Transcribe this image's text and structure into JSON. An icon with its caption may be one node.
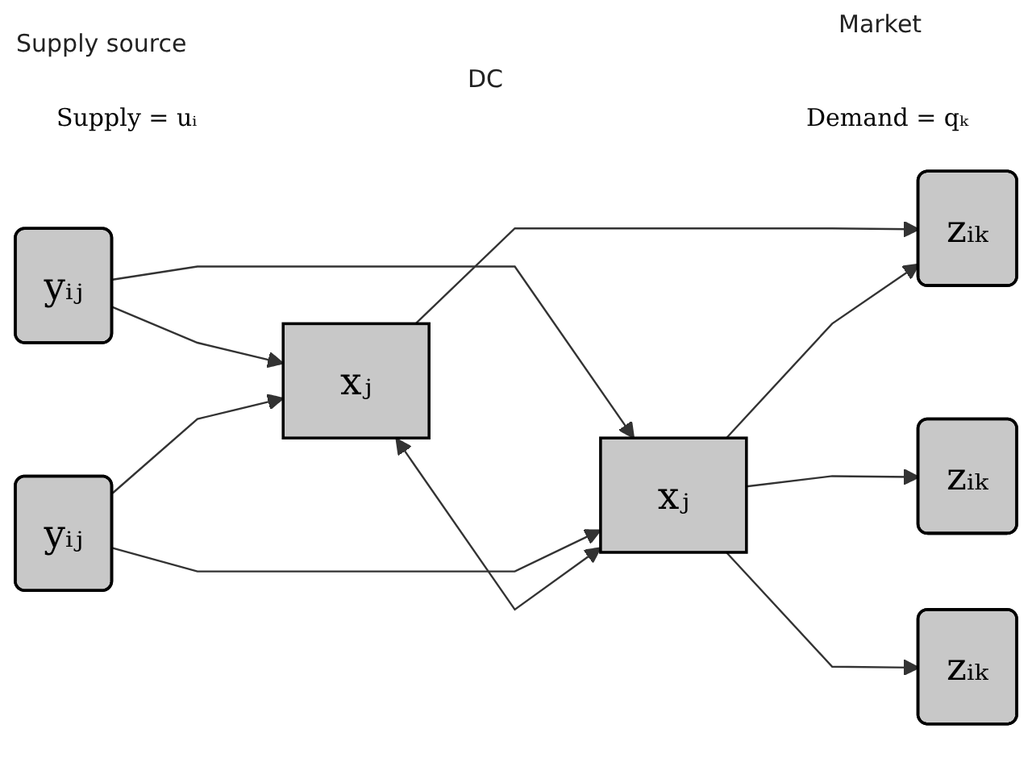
{
  "diagram": {
    "nodes": [
      {
        "text": [
          "yᵢⱼ"
        ]
      },
      {
        "text": [
          "yᵢⱼ"
        ]
      },
      {
        "text": [
          "xⱼ"
        ]
      },
      {
        "text": [
          "xⱼ"
        ]
      },
      {
        "text": [
          "zᵢₖ"
        ]
      },
      {
        "text": [
          "zᵢₖ"
        ]
      },
      {
        "text": [
          "zᵢₖ"
        ]
      }
    ],
    "edges": [
      {
        "from": 0,
        "to": 2,
        "arrow": "to"
      },
      {
        "from": 0,
        "to": 3,
        "arrow": "to"
      },
      {
        "from": 1,
        "to": 2,
        "arrow": "to"
      },
      {
        "from": 1,
        "to": 3,
        "arrow": "to"
      },
      {
        "from": 2,
        "to": 3,
        "arrow": "both"
      },
      {
        "from": 2,
        "to": 4,
        "arrow": "to"
      },
      {
        "from": 3,
        "to": 4,
        "arrow": "to"
      },
      {
        "from": 3,
        "to": 5,
        "arrow": "to"
      },
      {
        "from": 3,
        "to": 6,
        "arrow": "to"
      }
    ],
    "labels": [
      "Supply source",
      "Market",
      "DC",
      "Supply = uᵢ",
      "Demand = qₖ"
    ]
  }
}
